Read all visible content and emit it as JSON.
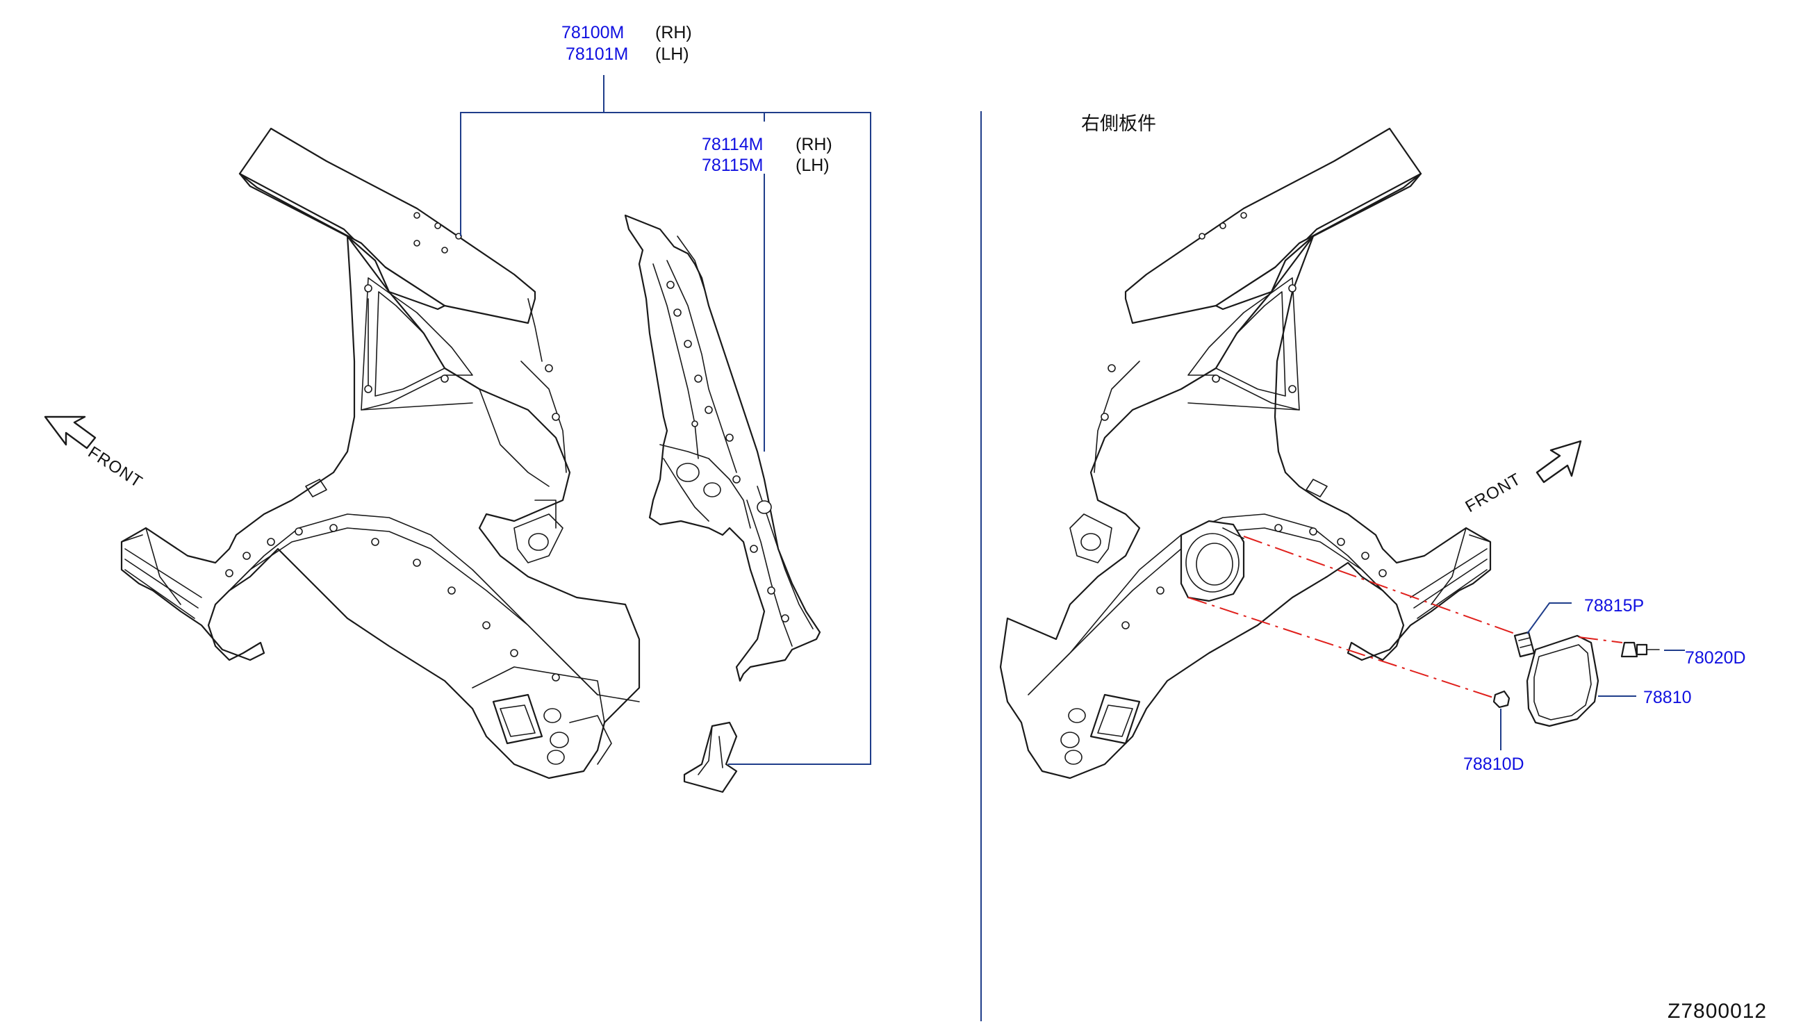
{
  "title": "右側板件",
  "diagram_code": "Z7800012",
  "front_labels": {
    "left": "FRONT",
    "right": "FRONT"
  },
  "callouts": {
    "outer_panel": {
      "rh_part": "78100M",
      "rh_side": "(RH)",
      "lh_part": "78101M",
      "lh_side": "(LH)"
    },
    "inner_panel": {
      "rh_part": "78114M",
      "rh_side": "(RH)",
      "lh_part": "78115M",
      "lh_side": "(LH)"
    },
    "spring": "78815P",
    "screw": "78020D",
    "fuel_lid": "78810",
    "bumper": "78810D"
  },
  "colors": {
    "part_number": "#1010e0",
    "leader": "#1f3d8a",
    "assembly_line": "#e0201c"
  }
}
